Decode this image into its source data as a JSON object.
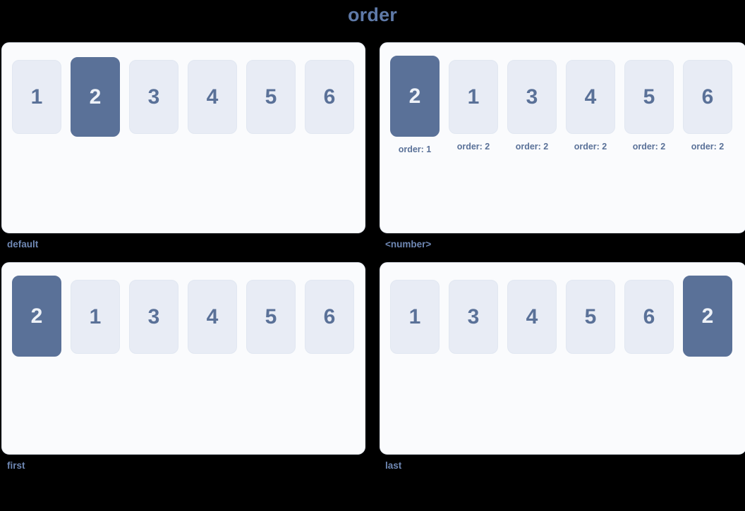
{
  "title": "order",
  "colors": {
    "page_background": "#000000",
    "panel_background": "#FAFBFD",
    "panel_border": "#E4E9F2",
    "box_background": "#E8ECF5",
    "box_text": "#5A7198",
    "highlight_background": "#5A7198",
    "highlight_text": "#EEF2F8",
    "label_text": "#6F88B4",
    "title_text": "#5F7AA8"
  },
  "panels": [
    {
      "id": "default",
      "label": "default",
      "items": [
        {
          "value": "1",
          "highlight": false,
          "note": null
        },
        {
          "value": "2",
          "highlight": true,
          "note": null
        },
        {
          "value": "3",
          "highlight": false,
          "note": null
        },
        {
          "value": "4",
          "highlight": false,
          "note": null
        },
        {
          "value": "5",
          "highlight": false,
          "note": null
        },
        {
          "value": "6",
          "highlight": false,
          "note": null
        }
      ]
    },
    {
      "id": "number",
      "label": "<number>",
      "items": [
        {
          "value": "2",
          "highlight": true,
          "note": "order: 1"
        },
        {
          "value": "1",
          "highlight": false,
          "note": "order: 2"
        },
        {
          "value": "3",
          "highlight": false,
          "note": "order: 2"
        },
        {
          "value": "4",
          "highlight": false,
          "note": "order: 2"
        },
        {
          "value": "5",
          "highlight": false,
          "note": "order: 2"
        },
        {
          "value": "6",
          "highlight": false,
          "note": "order: 2"
        }
      ]
    },
    {
      "id": "first",
      "label": "first",
      "items": [
        {
          "value": "2",
          "highlight": true,
          "note": null
        },
        {
          "value": "1",
          "highlight": false,
          "note": null
        },
        {
          "value": "3",
          "highlight": false,
          "note": null
        },
        {
          "value": "4",
          "highlight": false,
          "note": null
        },
        {
          "value": "5",
          "highlight": false,
          "note": null
        },
        {
          "value": "6",
          "highlight": false,
          "note": null
        }
      ]
    },
    {
      "id": "last",
      "label": "last",
      "items": [
        {
          "value": "1",
          "highlight": false,
          "note": null
        },
        {
          "value": "3",
          "highlight": false,
          "note": null
        },
        {
          "value": "4",
          "highlight": false,
          "note": null
        },
        {
          "value": "5",
          "highlight": false,
          "note": null
        },
        {
          "value": "6",
          "highlight": false,
          "note": null
        },
        {
          "value": "2",
          "highlight": true,
          "note": null
        }
      ]
    }
  ]
}
